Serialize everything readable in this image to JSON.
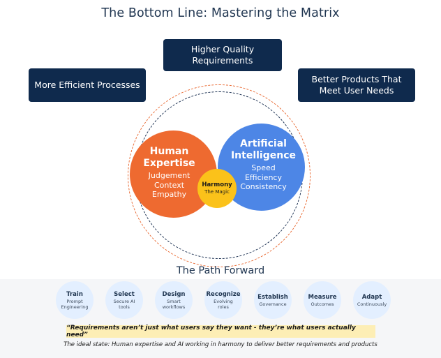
{
  "title": "The Bottom Line: Mastering the Matrix",
  "outcomes": {
    "quality": "Higher Quality Requirements",
    "efficient": "More Efficient Processes",
    "products": "Better Products That Meet User Needs"
  },
  "human": {
    "heading_line1": "Human",
    "heading_line2": "Expertise",
    "traits": [
      "Judgement",
      "Context",
      "Empathy"
    ]
  },
  "ai": {
    "heading_line1": "Artificial",
    "heading_line2": "Intelligence",
    "traits": [
      "Speed",
      "Efficiency",
      "Consistency"
    ]
  },
  "harmony": {
    "label": "Harmony",
    "sub": "The Magic"
  },
  "path_title": "The Path Forward",
  "steps": [
    {
      "title": "Train",
      "desc1": "Prompt",
      "desc2": "Engineering"
    },
    {
      "title": "Select",
      "desc1": "Secure AI",
      "desc2": "tools"
    },
    {
      "title": "Design",
      "desc1": "Smart",
      "desc2": "workflows"
    },
    {
      "title": "Recognize",
      "desc1": "Evolving",
      "desc2": "roles"
    },
    {
      "title": "Establish",
      "desc1": "Governance",
      "desc2": ""
    },
    {
      "title": "Measure",
      "desc1": "Outcomes",
      "desc2": ""
    },
    {
      "title": "Adapt",
      "desc1": "Continuously",
      "desc2": ""
    }
  ],
  "quote": "“Requirements aren’t just what users say they want - they’re what users actually need”",
  "ideal": "The ideal state: Human expertise and AI working in harmony to deliver better requirements and products",
  "colors": {
    "navy": "#0f2a4d",
    "orange": "#ee6a30",
    "blue": "#4d86e6",
    "yellow": "#fbc21a",
    "step_bg": "#e3efff",
    "quote_bg": "#fdeeb5"
  }
}
